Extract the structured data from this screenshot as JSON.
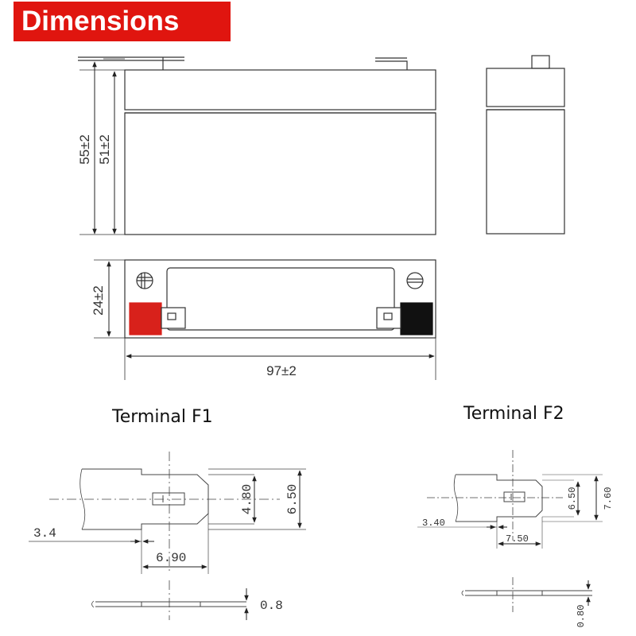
{
  "header": {
    "title": "Dimensions"
  },
  "top_drawing": {
    "height_outer": "55±2",
    "height_inner": "51±2",
    "width": "24±2",
    "length": "97±2"
  },
  "terminal_f1": {
    "title": "Terminal F1",
    "dim_inner_height": "4.80",
    "dim_outer_height": "6.50",
    "dim_left_offset": "3.4",
    "dim_tab_length": "6.90",
    "dim_thickness": "0.8"
  },
  "terminal_f2": {
    "title": "Terminal F2",
    "dim_inner_height": "6.50",
    "dim_outer_height": "7.60",
    "dim_left_offset": "3.40",
    "dim_tab_length": "7.50",
    "dim_thickness": "0.80"
  },
  "colors": {
    "banner": "#e0150f",
    "positive_terminal": "#d8211b",
    "negative_terminal": "#111111"
  }
}
